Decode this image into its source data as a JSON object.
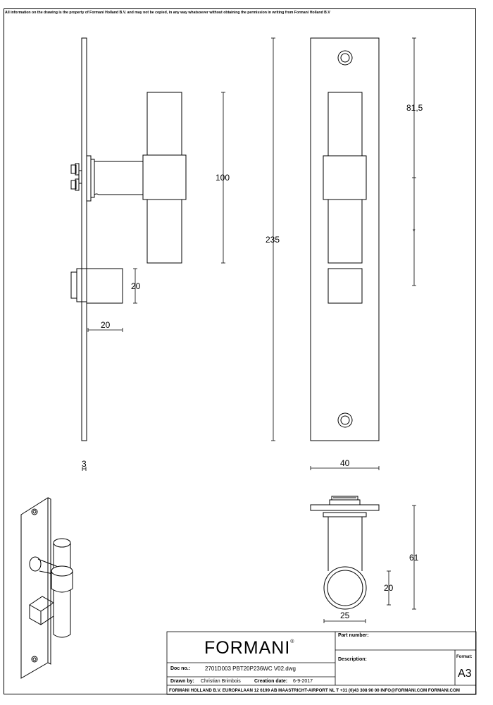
{
  "notice": "All information on the drawing is the property of Formani Holland B.V. and may not be copied, in any way whatsoever without obtaining the permission in writing from Formani Holland B.V",
  "dimensions": {
    "d_100": "100",
    "d_235": "235",
    "d_81_5": "81,5",
    "d_star": "*",
    "d_20_block": "20",
    "d_20_width": "20",
    "d_3": "3",
    "d_40": "40",
    "d_61": "61",
    "d_20_ring": "20",
    "d_25": "25"
  },
  "title_block": {
    "logo": "FORMANI",
    "logo_mark": "®",
    "part_number_label": "Part number:",
    "description_label": "Description:",
    "format_label": "Format:",
    "format_value": "A3",
    "doc_no_label": "Doc no.:",
    "doc_no_value": "2701D003 PBT20P236WC V02.dwg",
    "drawn_by_label": "Drawn by:",
    "drawn_by_value": "Christian Brimbois",
    "creation_date_label": "Creation date:",
    "creation_date_value": "6-9-2017",
    "footer": "FORMANI HOLLAND B.V.  EUROPALAAN 12  6199 AB MAASTRICHT-AIRPORT NL  T +31 (0)43 308 90 00 INFO@FORMANI.COM FORMANI.COM"
  }
}
